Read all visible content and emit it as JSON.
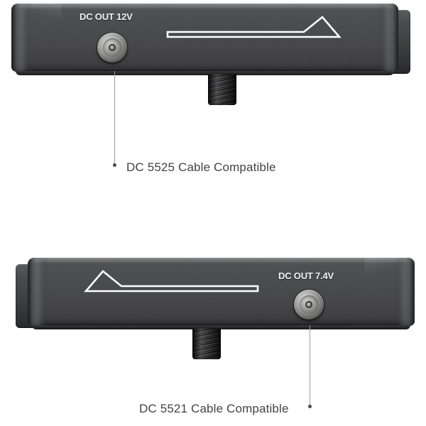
{
  "page": {
    "background_color": "#ffffff",
    "text_color": "#434345",
    "device_body_color": "#4a4c4e",
    "accent_gold_color": "#c79a4a",
    "port_metal_color": "#b9b9b7",
    "logo_outline_color": "#ffffff"
  },
  "units": [
    {
      "id": "top-unit",
      "port_label": "DC OUT 12V",
      "port_side": "left",
      "logo_peak_side": "right",
      "tab_side": "right",
      "callout": {
        "text": "DC 5525 Cable Compatible",
        "dot_side": "left"
      }
    },
    {
      "id": "bottom-unit",
      "port_label": "DC OUT 7.4V",
      "port_side": "right",
      "logo_peak_side": "left",
      "tab_side": "left",
      "callout": {
        "text": "DC 5521 Cable Compatible",
        "dot_side": "right"
      }
    }
  ]
}
